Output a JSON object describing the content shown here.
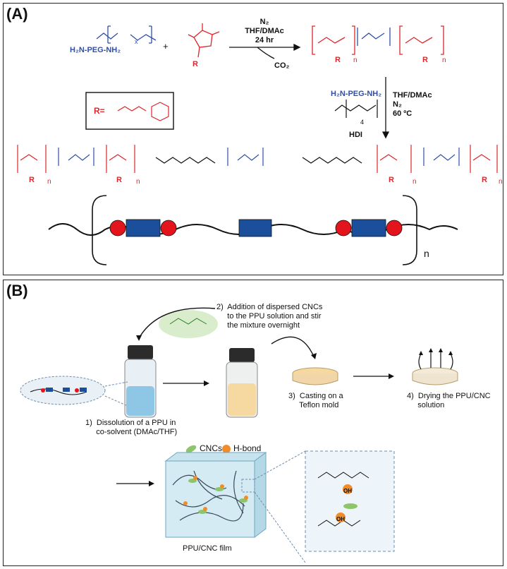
{
  "panel_a": {
    "label": "(A)",
    "reagent_1": "H₂N-PEG-NH₂",
    "plus": "+",
    "step1_conditions": [
      "N₂",
      "THF/DMAc",
      "24 hr"
    ],
    "byproduct": "CO₂",
    "r_group_label": "R=",
    "step2_reagent": "H₂N-PEG-NH₂",
    "step2_conditions": [
      "THF/DMAc",
      "N₂",
      "60 ºC"
    ],
    "diisocyanate_name": "HDI",
    "repeat_n": "n",
    "repeat_x": "x",
    "subscript_4": "4",
    "atoms": {
      "H": "H",
      "N": "N",
      "O": "O",
      "R": "R"
    }
  },
  "panel_b": {
    "label": "(B)",
    "step1": "1)  Dissolution of a PPU in\n     co-solvent (DMAc/THF)",
    "step2": "2)  Addition of dispersed CNCs\n     to the PPU solution and stir\n     the mixture overnight",
    "step3": "3)  Casting on a\n     Teflon mold",
    "step4": "4)  Drying the PPU/CNC\n     solution",
    "legend_cnc": "CNCs",
    "legend_hbond": "H-bond",
    "film_label": "PPU/CNC film",
    "oh_label": "OH"
  },
  "colors": {
    "peptide": "#e0262a",
    "peg": "#2f4fa8",
    "block": "#1b4f9c",
    "bead": "#e3141b",
    "cnc": "#8cc56a",
    "hbond": "#f28c28"
  }
}
